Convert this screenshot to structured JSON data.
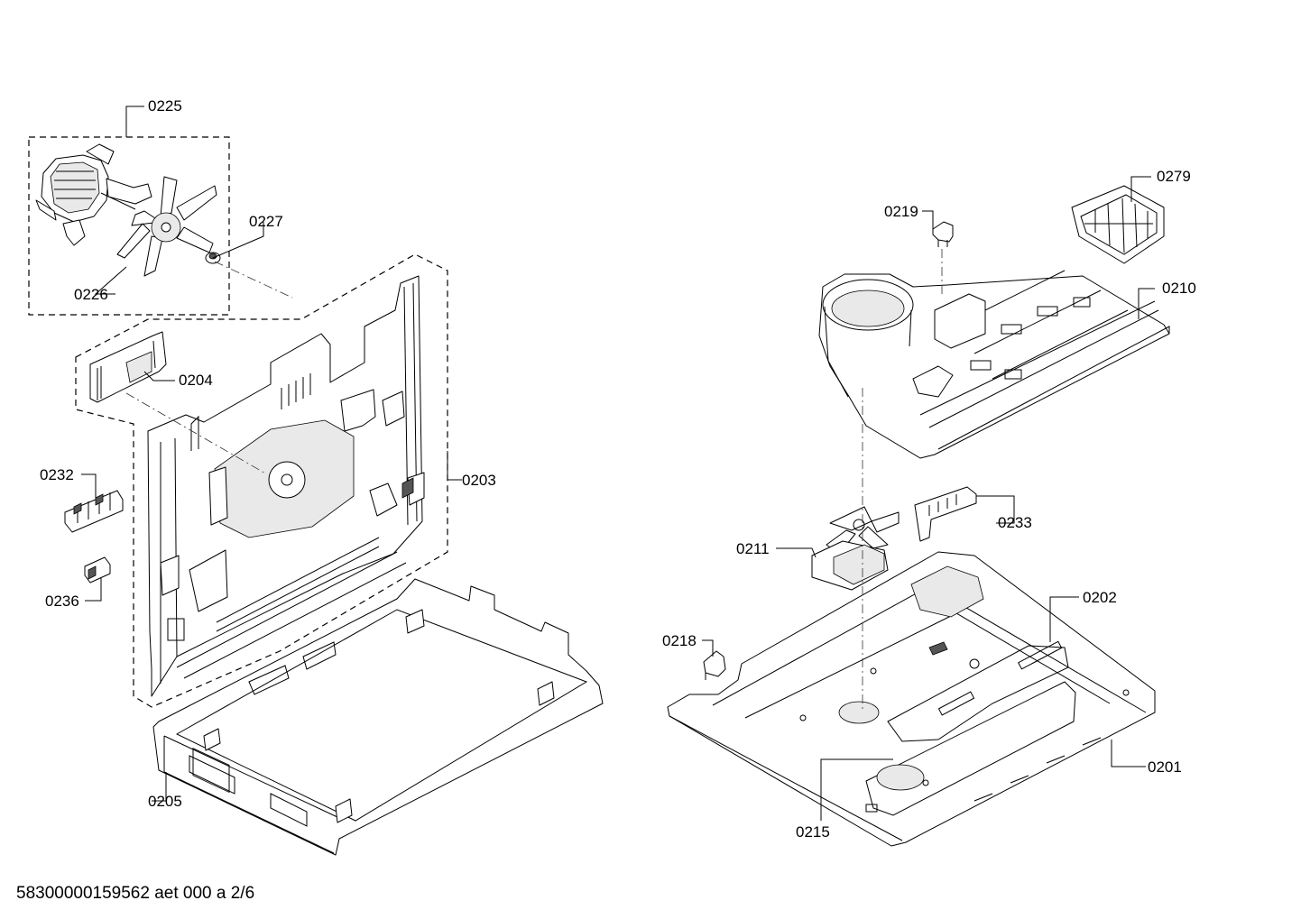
{
  "document_id": "58300000159562 aet 000 a 2/6",
  "parts": {
    "p0225": "0225",
    "p0227": "0227",
    "p0226": "0226",
    "p0204": "0204",
    "p0232": "0232",
    "p0203": "0203",
    "p0236": "0236",
    "p0205": "0205",
    "p0219": "0219",
    "p0279": "0279",
    "p0210": "0210",
    "p0233": "0233",
    "p0211": "0211",
    "p0202": "0202",
    "p0218": "0218",
    "p0201": "0201",
    "p0215": "0215"
  }
}
